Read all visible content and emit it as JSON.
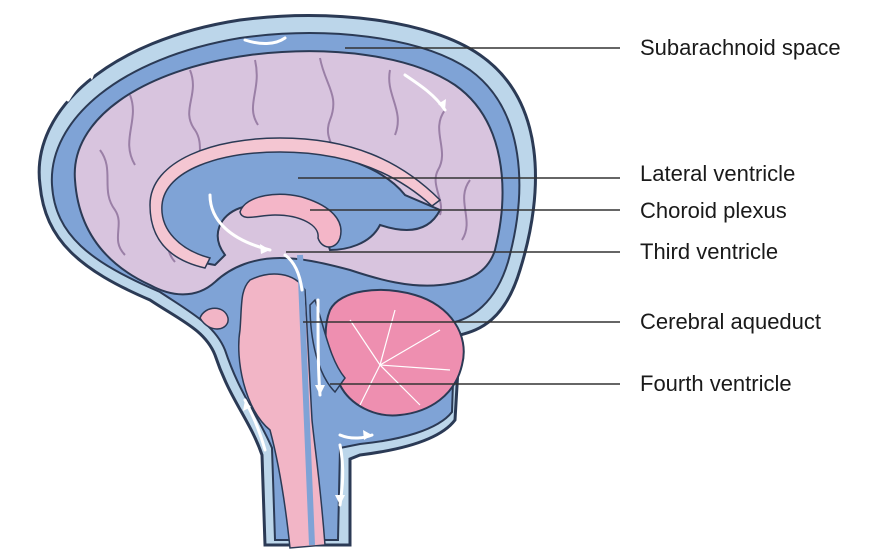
{
  "labels": {
    "subarachnoid_space": "Subarachnoid space",
    "lateral_ventricle": "Lateral ventricle",
    "choroid_plexus": "Choroid plexus",
    "third_ventricle": "Third ventricle",
    "cerebral_aqueduct": "Cerebral aqueduct",
    "fourth_ventricle": "Fourth ventricle"
  },
  "colors": {
    "skull_outline": "#2b3a55",
    "meninges": "#bcd6ea",
    "csf": "#7fa3d6",
    "brain": "#d8c4de",
    "brain_fold": "#9a7fa6",
    "choroid": "#f4b6c8",
    "cerebellum": "#ee8fb0",
    "brainstem": "#f2b5c6",
    "arrow": "#ffffff",
    "leader": "#333333"
  }
}
